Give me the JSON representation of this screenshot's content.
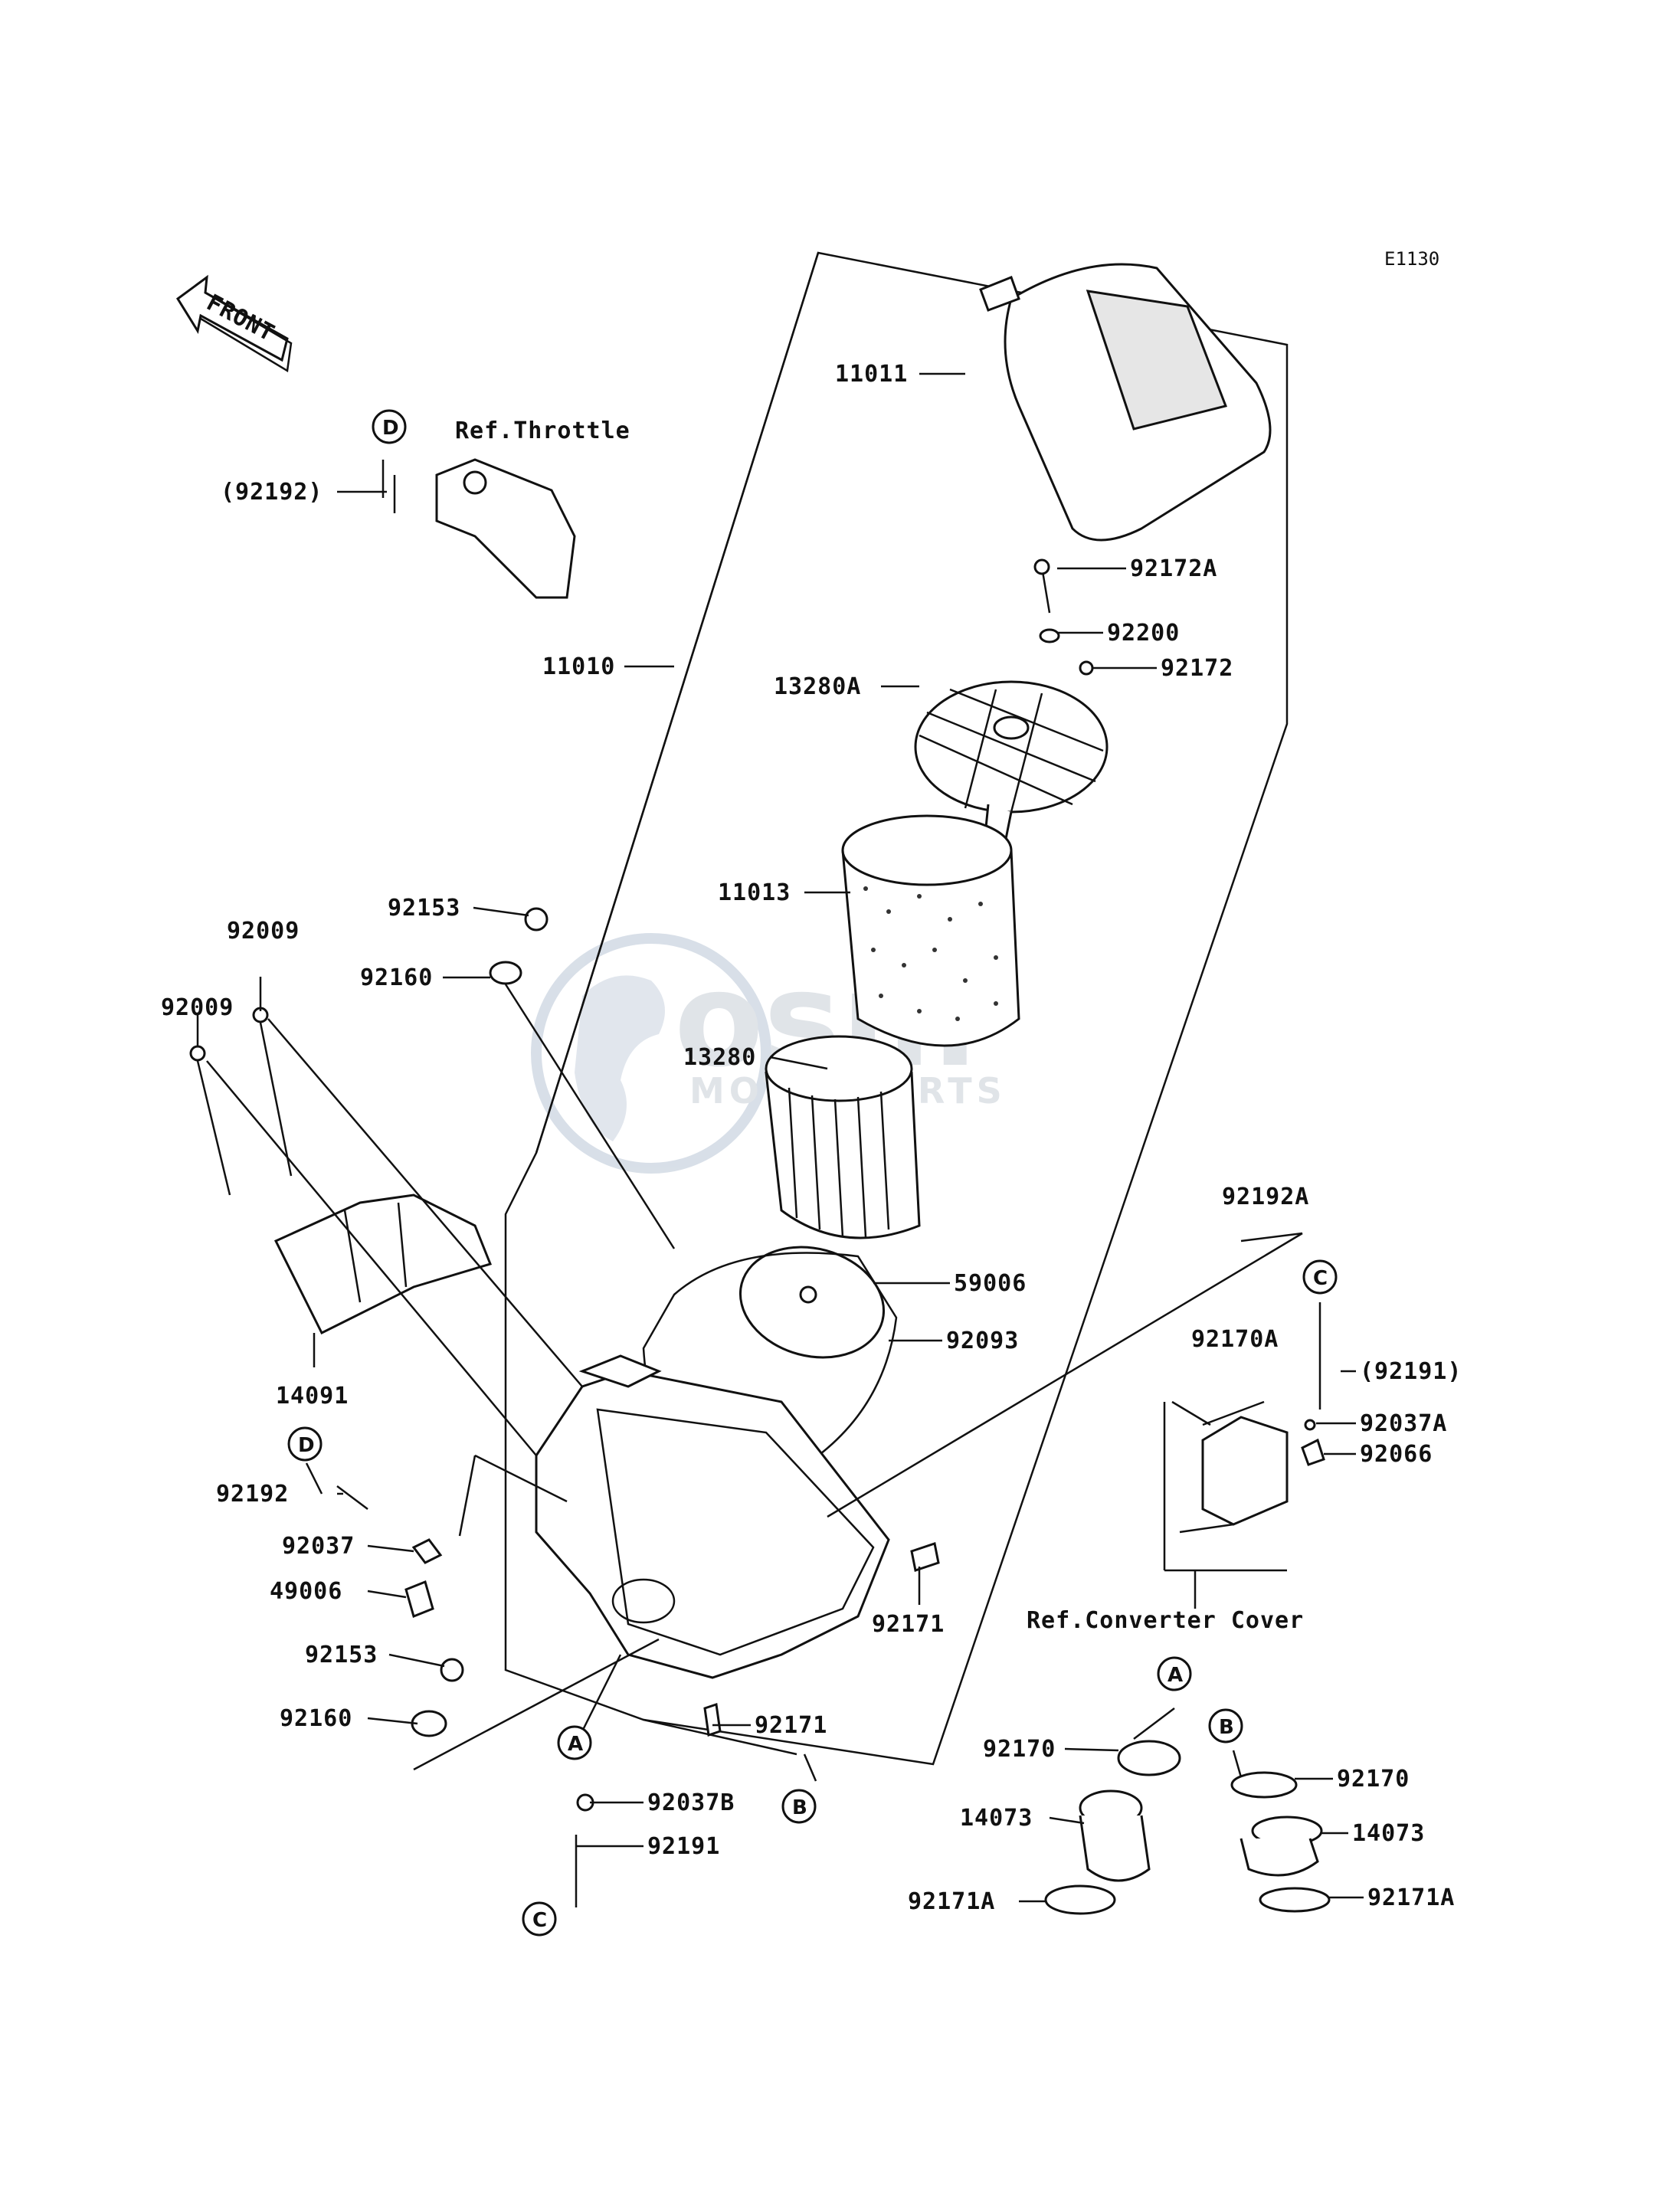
{
  "diagram_code": "E1130",
  "front_label": "FRONT",
  "ref_labels": {
    "throttle": "Ref.Throttle",
    "converter_cover": "Ref.Converter Cover"
  },
  "watermark": {
    "brand": "osm",
    "sub": "MOTORPARTS"
  },
  "circle_refs": {
    "A": "A",
    "B": "B",
    "C": "C",
    "D": "D"
  },
  "parts": {
    "p11011": "11011",
    "p92172A": "92172A",
    "p92200": "92200",
    "p92172": "92172",
    "p13280A": "13280A",
    "p11010": "11010",
    "p92192_ref": "(92192)",
    "p11013": "11013",
    "p92153_top": "92153",
    "p92009_a": "92009",
    "p92160_top": "92160",
    "p92009_b": "92009",
    "p13280": "13280",
    "p92192A": "92192A",
    "p59006": "59006",
    "p92093": "92093",
    "p92170A": "92170A",
    "p92191_ref": "(92191)",
    "p92037A": "92037A",
    "p92066": "92066",
    "p14091": "14091",
    "p92192": "92192",
    "p92037": "92037",
    "p49006": "49006",
    "p92171_right": "92171",
    "p92153_bot": "92153",
    "p92160_bot": "92160",
    "p92171_bot": "92171",
    "p92170_left": "92170",
    "p92170_right": "92170",
    "p14073_left": "14073",
    "p14073_right": "14073",
    "p92037B": "92037B",
    "p92191": "92191",
    "p92171A_left": "92171A",
    "p92171A_right": "92171A"
  }
}
